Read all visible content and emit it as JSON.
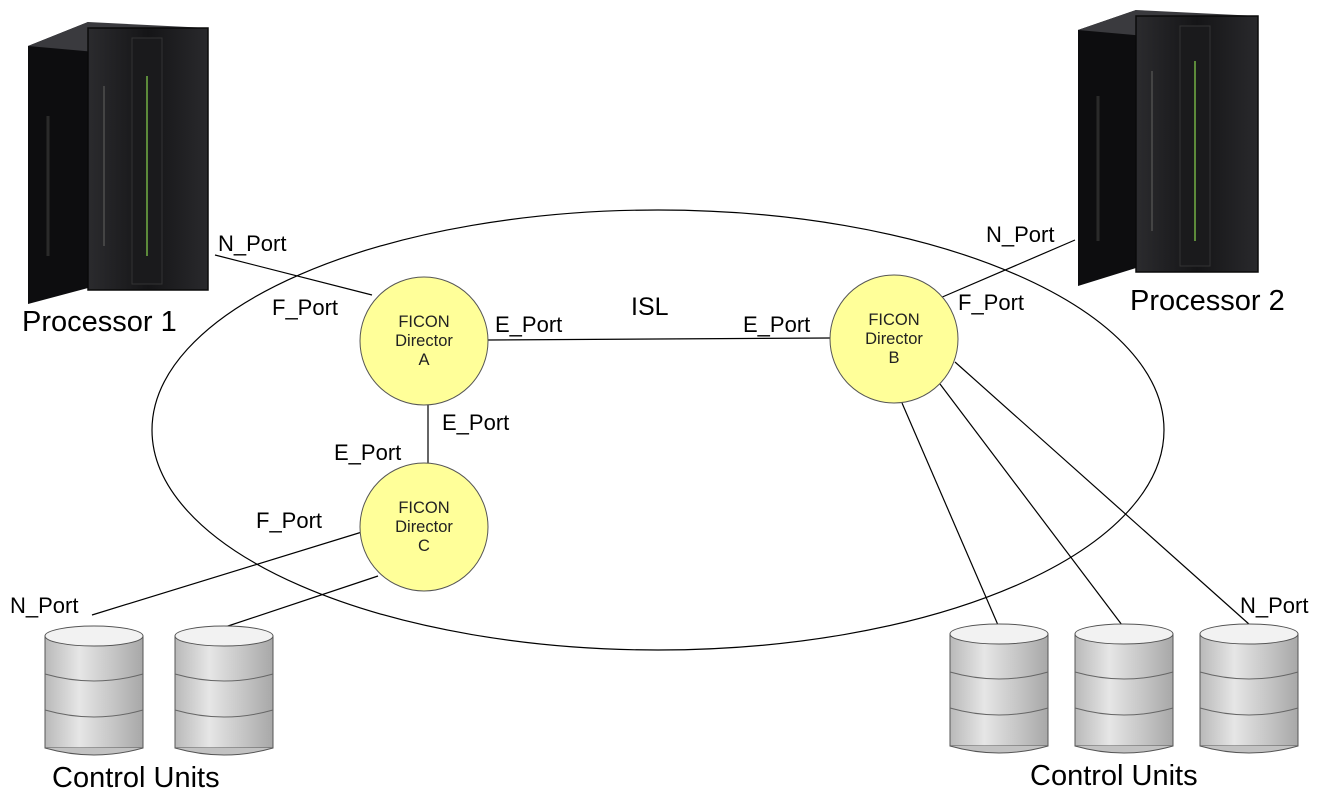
{
  "colors": {
    "director_fill": "#ffff99",
    "director_stroke": "#555555",
    "line": "#000000",
    "cylinder_fill": "#d4d4d4",
    "cylinder_top": "#f2f2f2",
    "server_body": "#1c1c1e",
    "server_accent": "#5c8a3a"
  },
  "processors": [
    {
      "label": "Processor 1",
      "icon": "mainframe-server-icon"
    },
    {
      "label": "Processor 2",
      "icon": "mainframe-server-icon"
    }
  ],
  "directors": [
    {
      "line1": "FICON",
      "line2": "Director",
      "line3": "A"
    },
    {
      "line1": "FICON",
      "line2": "Director",
      "line3": "B"
    },
    {
      "line1": "FICON",
      "line2": "Director",
      "line3": "C"
    }
  ],
  "ports": {
    "n_port_p1": "N_Port",
    "f_port_a": "F_Port",
    "e_port_a_right": "E_Port",
    "isl": "ISL",
    "e_port_b_left": "E_Port",
    "n_port_p2": "N_Port",
    "f_port_b": "F_Port",
    "e_port_a_bottom": "E_Port",
    "e_port_c_top": "E_Port",
    "f_port_c": "F_Port",
    "n_port_cu_left": "N_Port",
    "n_port_cu_right": "N_Port"
  },
  "control_units": {
    "left_label": "Control Units",
    "right_label": "Control Units",
    "icon": "disk-storage-icon"
  }
}
